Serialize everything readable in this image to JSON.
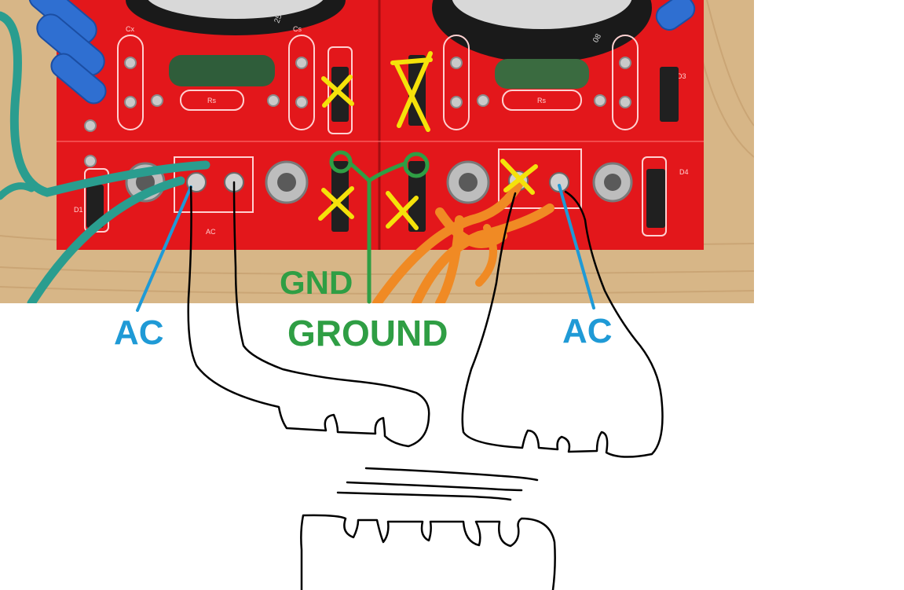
{
  "annotations": {
    "ac_left": "AC",
    "ac_right": "AC",
    "gnd": "GND",
    "ground": "GROUND"
  },
  "silkscreen": {
    "cx": "Cx",
    "cs": "Cs",
    "rs_left": "Rs",
    "rs_right": "Rs",
    "ac_left": "AC",
    "d3": "D3",
    "d1": "D1",
    "d4": "D4"
  },
  "colors": {
    "board_red": "#e3171b",
    "wood": "#d9b98b",
    "ac_blue": "#1f9ad6",
    "ground_green": "#2f9e44",
    "mark_yellow": "#f5e20a",
    "sketch_black": "#000000",
    "wire_teal": "#2a9d8f",
    "wire_orange": "#f08a24",
    "resistor_blue": "#2f6fd1"
  }
}
